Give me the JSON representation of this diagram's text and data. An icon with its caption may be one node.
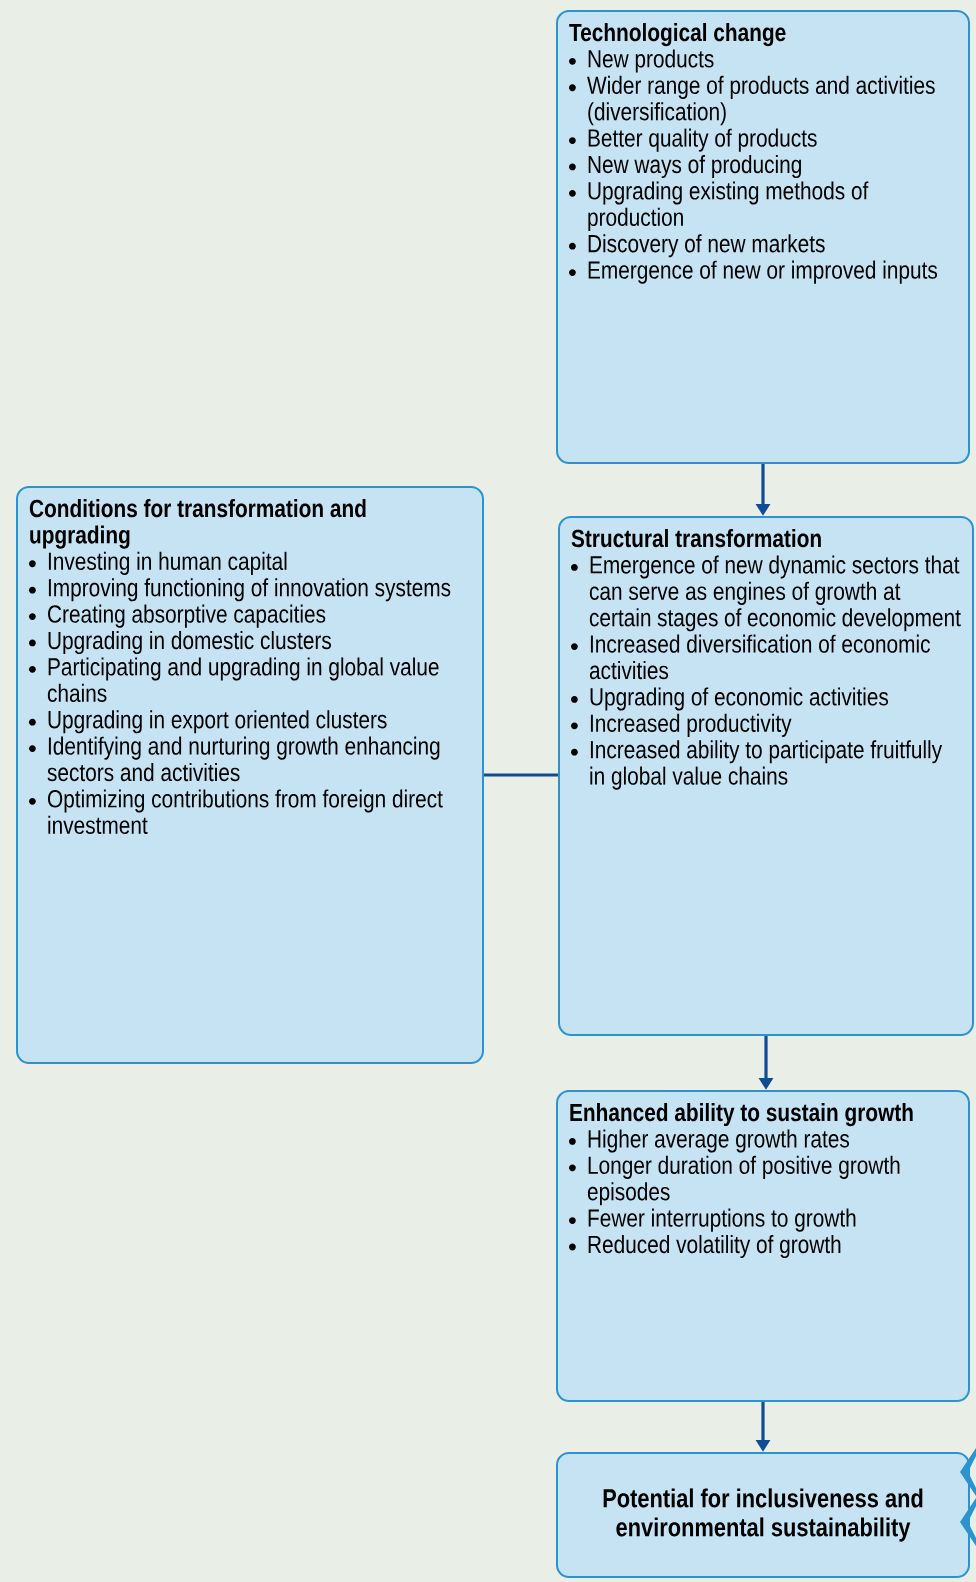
{
  "diagram": {
    "nodes": [
      {
        "text": [
          "Technological change",
          "New products",
          "Wider range of products and activities (diversification)",
          "Better quality of products",
          "New ways of producing",
          "Upgrading existing methods of production",
          "Discovery of new markets",
          "Emergence of new or improved inputs"
        ]
      },
      {
        "text": [
          "Conditions for transformation and upgrading",
          "Investing in human capital",
          "Improving functioning of innovation systems",
          "Creating absorptive capacities",
          "Upgrading in domestic clusters",
          "Participating and upgrading in global value chains",
          "Upgrading in export oriented clusters",
          "Identifying and nurturing growth enhancing sectors and activities",
          "Optimizing contributions from foreign direct investment"
        ]
      },
      {
        "text": [
          "Structural transformation",
          "Emergence of new dynamic sectors that can serve as engines of growth at certain stages of economic development",
          "Increased diversification of economic activities",
          "Upgrading of economic activities",
          "Increased productivity",
          "Increased ability to participate fruitfully in global value chains"
        ]
      },
      {
        "text": [
          "Enhanced ability to sustain growth",
          "Higher average growth rates",
          "Longer duration of positive growth episodes",
          "Fewer interruptions to growth",
          "Reduced volatility of growth"
        ]
      },
      {
        "text": [
          "Potential for inclusiveness and environmental sustainability"
        ]
      }
    ],
    "edges": [
      {
        "from": 0,
        "to": 2,
        "arrow": "to"
      },
      {
        "from": 1,
        "to": 2,
        "arrow": "none"
      },
      {
        "from": 2,
        "to": 3,
        "arrow": "to"
      },
      {
        "from": 3,
        "to": 4,
        "arrow": "to"
      }
    ]
  }
}
